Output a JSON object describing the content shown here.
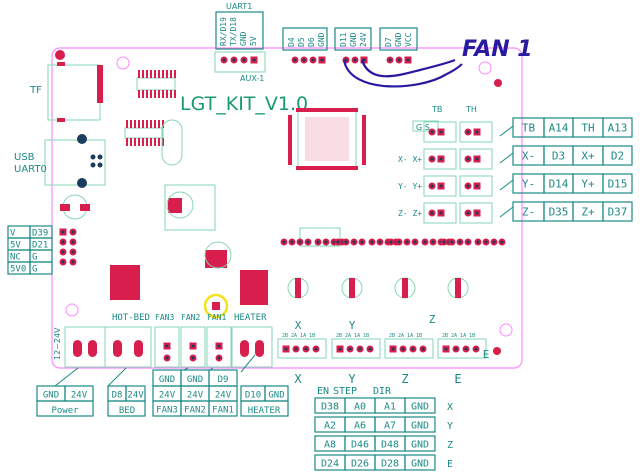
{
  "board": {
    "title": "LGT_KIT_V1.0",
    "tf_label": "TF",
    "usb_label_1": "USB",
    "usb_label_2": "UART0",
    "uart_title": "UART1",
    "uart_pins": [
      "RX/D19",
      "TX/D18",
      "GND",
      "5V"
    ],
    "aux_label": "AUX-1",
    "header_d4": [
      "D4",
      "D5",
      "D6",
      "GND"
    ],
    "header_d11": [
      "D11",
      "GND",
      "24V"
    ],
    "header_d7": [
      "D7",
      "GND",
      "VCC"
    ],
    "annotation": "FAN 1",
    "annotation_color": "#2a1aa0",
    "highlight_color": "#f4e21a",
    "outline_color": "#ff88ff",
    "pad_color": "#d81e4c",
    "label_color": "#1b8a86",
    "tb_label": "TB",
    "th_label": "TH",
    "gs_label": "G  S",
    "endstop_labels": [
      "X- X+",
      "Y- Y+",
      "Z- Z+"
    ],
    "conn_labels": [
      "HOT-BED",
      "FAN3",
      "FAN2",
      "FAN1",
      "HEATER"
    ],
    "voltage_label": "12~24V",
    "motor_labels": [
      "X",
      "Y",
      "Z",
      "E"
    ],
    "motor_pin_labels": "2B 2A 1A 1B"
  },
  "left_table": [
    [
      "V",
      "D39"
    ],
    [
      "5V",
      "D21"
    ],
    [
      "NC",
      "G"
    ],
    [
      "5V0",
      "G"
    ]
  ],
  "right_tables": [
    [
      "TB",
      "A14",
      "TH",
      "A13"
    ],
    [
      "X-",
      "D3",
      "X+",
      "D2"
    ],
    [
      "Y-",
      "D14",
      "Y+",
      "D15"
    ],
    [
      "Z-",
      "D35",
      "Z+",
      "D37"
    ]
  ],
  "power_table": {
    "cells": [
      "GND",
      "24V"
    ],
    "name": "Power"
  },
  "bed_table": {
    "cells": [
      "D8",
      "24V"
    ],
    "name": "BED"
  },
  "fan_table": {
    "row1": [
      "GND",
      "GND",
      "D9"
    ],
    "row2": [
      "24V",
      "24V",
      "24V"
    ],
    "names": [
      "FAN3",
      "FAN2",
      "FAN1"
    ]
  },
  "heater_table": {
    "cells": [
      "D10",
      "GND"
    ],
    "name": "HEATER"
  },
  "motor_axis_labels": [
    "X",
    "Y",
    "Z",
    "E"
  ],
  "motor_table": {
    "headers": [
      "EN",
      "STEP",
      "DIR"
    ],
    "rows": [
      {
        "axis": "X",
        "cells": [
          "D38",
          "A0",
          "A1",
          "GND"
        ]
      },
      {
        "axis": "Y",
        "cells": [
          "A2",
          "A6",
          "A7",
          "GND"
        ]
      },
      {
        "axis": "Z",
        "cells": [
          "A8",
          "D46",
          "D48",
          "GND"
        ]
      },
      {
        "axis": "E",
        "cells": [
          "D24",
          "D26",
          "D28",
          "GND"
        ]
      }
    ]
  }
}
